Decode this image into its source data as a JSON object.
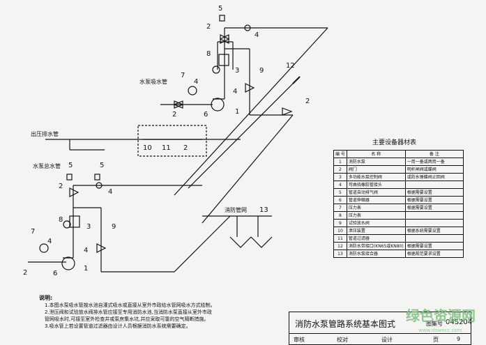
{
  "labels": {
    "suction_pipe": "水泵吸水管",
    "pressure_pipe": "出压排水管",
    "main_pipe": "水泵总水管",
    "fire_network": "消防管网"
  },
  "callouts": [
    "1",
    "2",
    "3",
    "4",
    "5",
    "6",
    "7",
    "8",
    "9",
    "10",
    "11",
    "12",
    "13"
  ],
  "materials": {
    "title": "主要设备器材表",
    "headers": [
      "编 号",
      "名 称",
      "备 注"
    ],
    "rows": [
      [
        "1",
        "消防水泵",
        "一用一备或两用一备"
      ],
      [
        "2",
        "阀门",
        "明杆闸阀或蝶阀"
      ],
      [
        "3",
        "多功能水泵控制阀",
        "或防水锤蝶阀止回阀"
      ],
      [
        "4",
        "可曲挠橡胶管接头",
        ""
      ],
      [
        "5",
        "管道自动排气阀",
        "根据需要设置"
      ],
      [
        "6",
        "管道伸缩器",
        "根据需要设置"
      ],
      [
        "7",
        "压力表",
        "根据需要设置"
      ],
      [
        "8",
        "压力表",
        ""
      ],
      [
        "9",
        "试验放水阀",
        ""
      ],
      [
        "10",
        "泄压装置",
        "根据系统需要设置"
      ],
      [
        "11",
        "管道过滤器",
        ""
      ],
      [
        "12",
        "消防水带接口(KN65或KN80)",
        "根据需要设置"
      ],
      [
        "13",
        "消防水泵接合器",
        "根据规范要求设置"
      ]
    ]
  },
  "notes": {
    "title": "说明:",
    "items": [
      "1.本图水泵吸水管按水池自灌式吸水或直接从室外市政给水管网吸水方式绘制。",
      "2.泄压阀和试验放水阀排水管应接至专用消防水池,当消防水泵直接从室外市政",
      "  管网吸水时,可接至室外检查井或泵房集水坑,并应采取可靠的空气隔断措施。",
      "3.吸水管上若设置管道过滤器由设计人员根据消防水系统需要确定。"
    ]
  },
  "title_block": {
    "title": "消防水泵管路系统基本图式",
    "atlas_label": "图集号",
    "atlas_no": "04S204",
    "review": "审核",
    "check": "校对",
    "design": "设计",
    "page_label": "页",
    "page": "9"
  },
  "watermark": {
    "main": "绿色资源网",
    "url": "www.downcc.com"
  }
}
